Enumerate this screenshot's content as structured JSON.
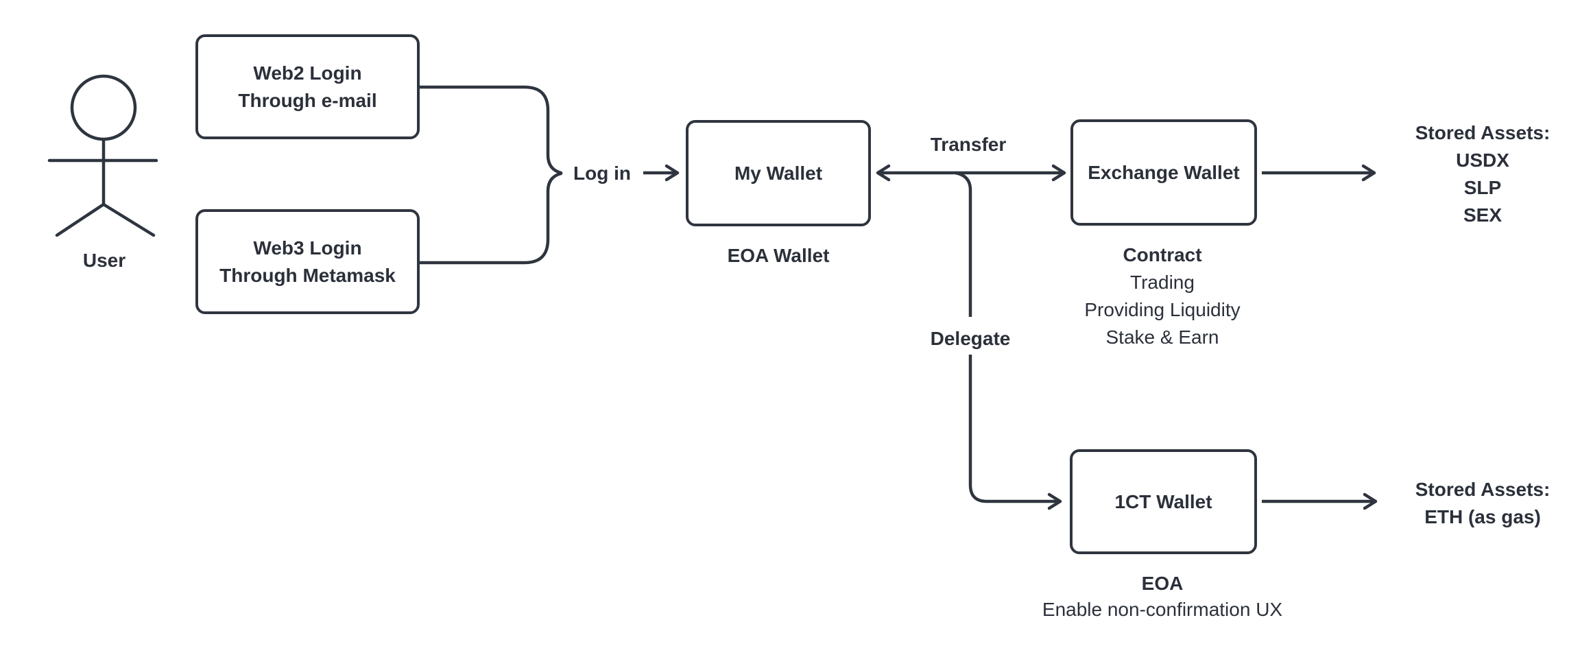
{
  "diagram": {
    "background": "#ffffff",
    "stroke_color": "#2f353f",
    "text_color": "#2b303a",
    "actor": {
      "label": "User"
    },
    "nodes": {
      "web2_login": {
        "line1": "Web2 Login",
        "line2": "Through e-mail"
      },
      "web3_login": {
        "line1": "Web3 Login",
        "line2": "Through Metamask"
      },
      "my_wallet": {
        "label": "My Wallet",
        "caption": "EOA Wallet"
      },
      "exchange_wallet": {
        "label": "Exchange Wallet",
        "caption_title": "Contract",
        "caption_items": [
          "Trading",
          "Providing Liquidity",
          "Stake & Earn"
        ]
      },
      "onect_wallet": {
        "label": "1CT Wallet",
        "caption_title": "EOA",
        "caption_note": "Enable non-confirmation UX"
      }
    },
    "edges": {
      "login_label": "Log in",
      "transfer_label": "Transfer",
      "delegate_label": "Delegate"
    },
    "assets": {
      "exchange": {
        "title": "Stored Assets:",
        "items": [
          "USDX",
          "SLP",
          "SEX"
        ]
      },
      "onect": {
        "title": "Stored Assets:",
        "items": [
          "ETH (as gas)"
        ]
      }
    }
  }
}
